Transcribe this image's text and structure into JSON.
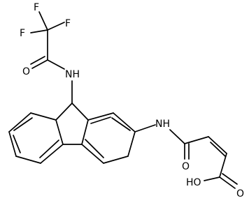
{
  "diagram": {
    "atom_labels": {
      "f_top_left": "F",
      "f_top_right": "F",
      "f_left": "F",
      "o_amide_left": "O",
      "nh_top": "NH",
      "nh_right": "NH",
      "o_amide_right": "O",
      "oh": "HO",
      "o_acid": "O"
    },
    "colors": {
      "bond": "#000000",
      "label": "#000000",
      "background": "#ffffff"
    }
  }
}
